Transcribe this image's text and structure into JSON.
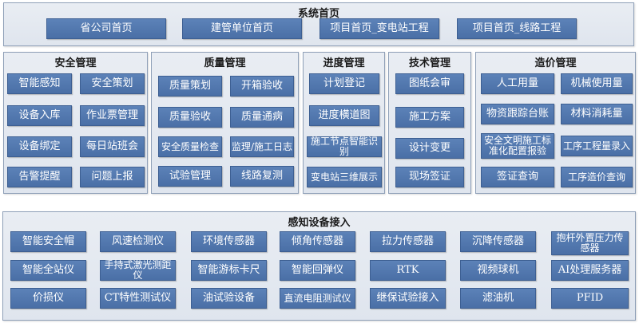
{
  "top": {
    "title": "系统首页",
    "items": [
      "省公司首页",
      "建管单位首页",
      "项目首页_变电站工程",
      "项目首页_线路工程"
    ]
  },
  "safety": {
    "title": "安全管理",
    "items": [
      "智能感知",
      "安全策划",
      "设备入库",
      "作业票管理",
      "设备绑定",
      "每日站班会",
      "告警提醒",
      "问题上报"
    ]
  },
  "quality": {
    "title": "质量管理",
    "items": [
      "质量策划",
      "开箱验收",
      "质量验收",
      "质量通病",
      "安全质量检查",
      "监理/施工日志",
      "试验管理",
      "线路复测"
    ]
  },
  "progress": {
    "title": "进度管理",
    "items": [
      "计划登记",
      "进度横道图",
      "施工节点智能识别",
      "变电站三维展示"
    ]
  },
  "tech": {
    "title": "技术管理",
    "items": [
      "图纸会审",
      "施工方案",
      "设计变更",
      "现场签证"
    ]
  },
  "cost": {
    "title": "造价管理",
    "items": [
      "人工用量",
      "机械使用量",
      "物资跟踪台账",
      "材料消耗量",
      "安全文明施工标准化配置报验",
      "工序工程量录入",
      "签证查询",
      "工序造价查询"
    ]
  },
  "sensing": {
    "title": "感知设备接入",
    "items": [
      "智能安全帽",
      "风速检测仪",
      "环境传感器",
      "倾角传感器",
      "拉力传感器",
      "沉降传感器",
      "抱杆外置压力传感器",
      "智能全站仪",
      "手持式激光测距仪",
      "智能游标卡尺",
      "智能回弹仪",
      "RTK",
      "视频球机",
      "AI处理服务器",
      "价损仪",
      "CT特性测试仪",
      "油试验设备",
      "直流电阻测试仪",
      "继保试验接入",
      "滤油机",
      "PFID"
    ]
  }
}
